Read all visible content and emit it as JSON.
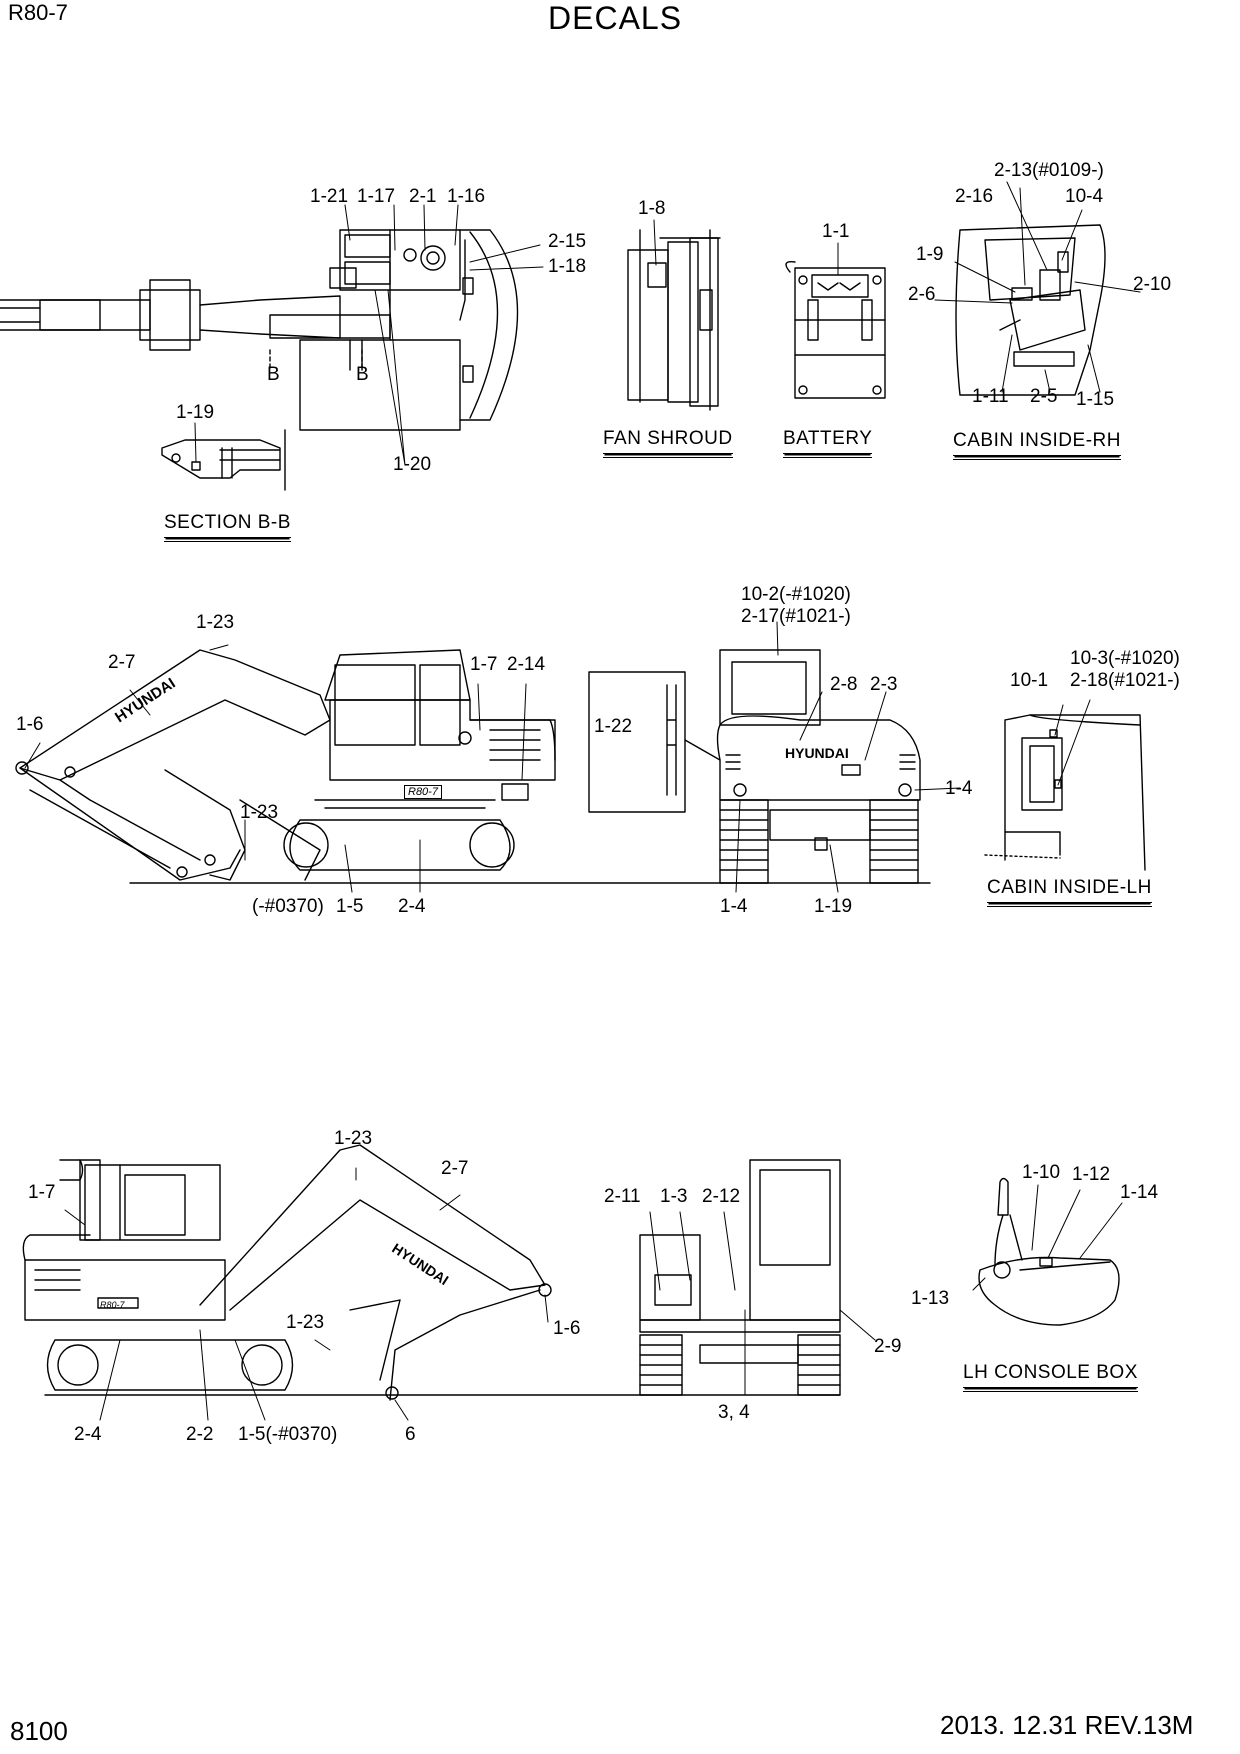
{
  "header": {
    "model": "R80-7",
    "title": "DECALS"
  },
  "footer": {
    "page_number": "8100",
    "revision": "2013. 12.31  REV.13M"
  },
  "views": [
    {
      "title": "SECTION B-B"
    },
    {
      "title": "FAN SHROUD"
    },
    {
      "title": "BATTERY"
    },
    {
      "title": "CABIN INSIDE-RH"
    },
    {
      "title": "CABIN INSIDE-LH"
    },
    {
      "title": "LH CONSOLE BOX"
    }
  ],
  "callouts": [
    "1-21",
    "1-17",
    "2-1",
    "1-16",
    "2-15",
    "1-18",
    "B",
    "B",
    "1-19",
    "1-20",
    "1-8",
    "1-1",
    "2-13(#0109-)",
    "2-16",
    "10-4",
    "1-9",
    "2-6",
    "2-10",
    "1-11",
    "2-5",
    "1-15",
    "10-2(-#1020)",
    "2-17(#1021-)",
    "1-23",
    "2-7",
    "1-6",
    "1-7",
    "2-14",
    "1-22",
    "2-8",
    "2-3",
    "1-4",
    "1-23",
    "(-#0370)",
    "1-5",
    "2-4",
    "1-4",
    "1-19",
    "10-3(-#1020)",
    "10-1",
    "2-18(#1021-)",
    "1-23",
    "2-7",
    "1-7",
    "2-11",
    "1-3",
    "2-12",
    "1-10",
    "1-12",
    "1-14",
    "1-23",
    "1-6",
    "2-9",
    "1-13",
    "2-4",
    "2-2",
    "1-5(-#0370)",
    "6",
    "3, 4"
  ],
  "decal_text": {
    "brand": "HYUNDAI",
    "model_badge": "R80-7"
  }
}
